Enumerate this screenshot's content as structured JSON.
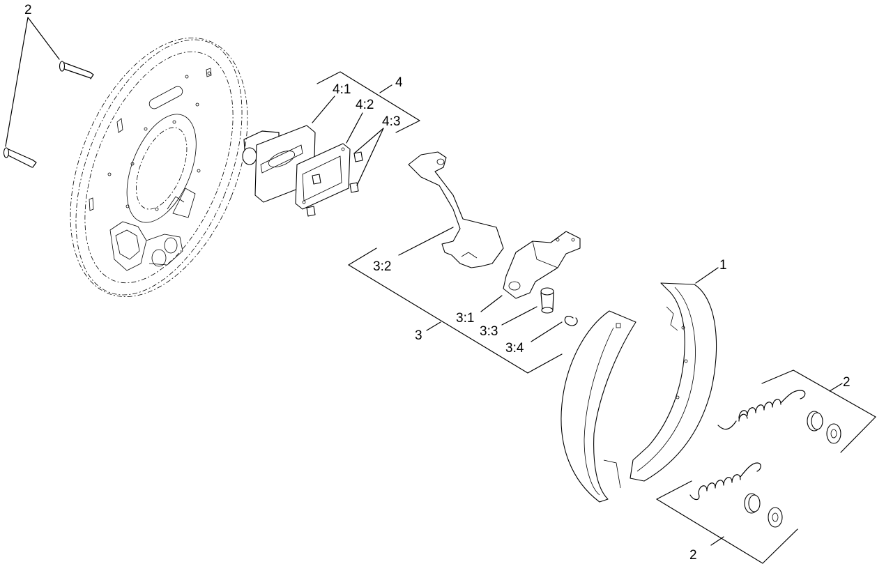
{
  "labels": {
    "l2_top": "2",
    "l4": "4",
    "l41": "4:1",
    "l42": "4:2",
    "l43": "4:3",
    "l32": "3:2",
    "l31": "3:1",
    "l3": "3",
    "l33": "3:3",
    "l34": "3:4",
    "l1": "1",
    "l2_right": "2",
    "l2_bottom": "2"
  }
}
